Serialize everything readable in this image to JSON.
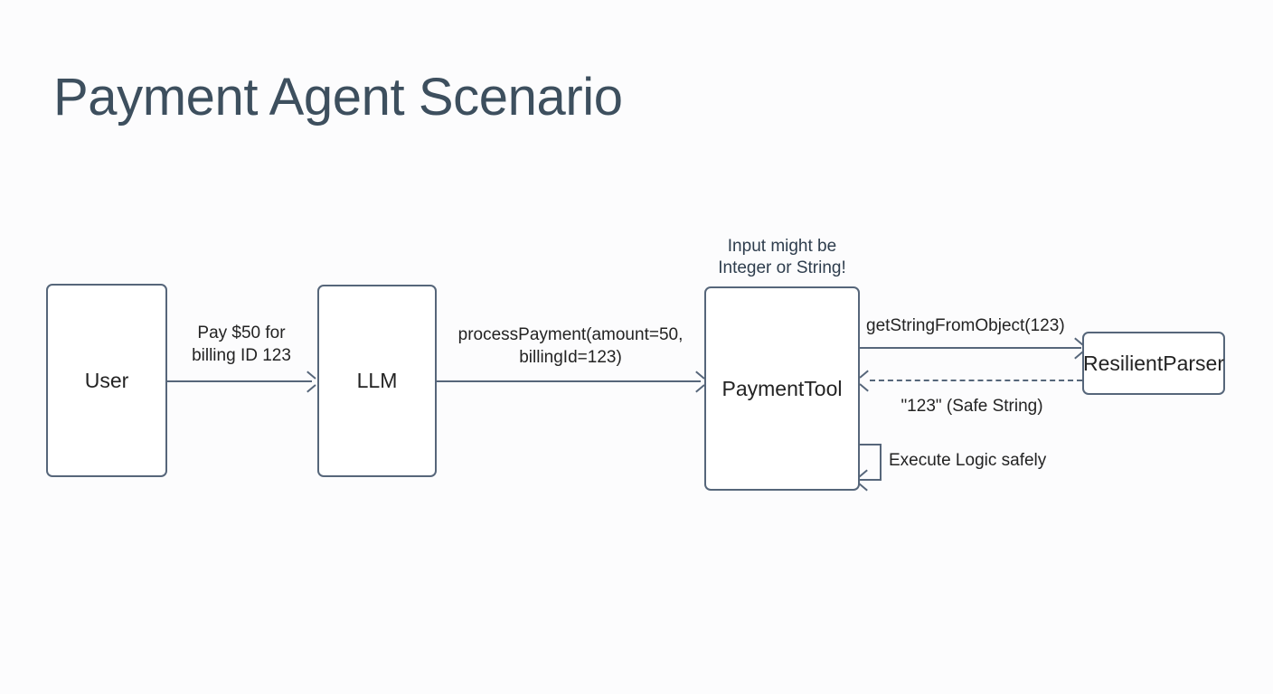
{
  "page": {
    "title": "Payment Agent Scenario",
    "background_color": "#fcfcfd",
    "title_color": "#3d4f5e",
    "stroke_color": "#56667a",
    "text_color": "#232323"
  },
  "diagram": {
    "type": "sequence-diagram",
    "nodes": [
      {
        "id": "user",
        "label": "User"
      },
      {
        "id": "llm",
        "label": "LLM"
      },
      {
        "id": "paymenttool",
        "label": "PaymentTool"
      },
      {
        "id": "parser",
        "label": "ResilientParser"
      }
    ],
    "notes": [
      {
        "id": "note-paymenttool",
        "target": "paymenttool",
        "text": "Input might be\nInteger or String!"
      }
    ],
    "edges": [
      {
        "id": "user-to-llm",
        "from": "user",
        "to": "llm",
        "style": "solid",
        "direction": "right",
        "label": "Pay $50 for\nbilling ID 123"
      },
      {
        "id": "llm-to-paymenttool",
        "from": "llm",
        "to": "paymenttool",
        "style": "solid",
        "direction": "right",
        "label": "processPayment(amount=50,\nbillingId=123)"
      },
      {
        "id": "paymenttool-to-parser",
        "from": "paymenttool",
        "to": "parser",
        "style": "solid",
        "direction": "right",
        "label": "getStringFromObject(123)"
      },
      {
        "id": "parser-to-paymenttool",
        "from": "parser",
        "to": "paymenttool",
        "style": "dashed",
        "direction": "left",
        "label": "\"123\" (Safe String)"
      },
      {
        "id": "paymenttool-self",
        "from": "paymenttool",
        "to": "paymenttool",
        "style": "solid",
        "direction": "self-loop",
        "label": "Execute Logic safely"
      }
    ]
  }
}
